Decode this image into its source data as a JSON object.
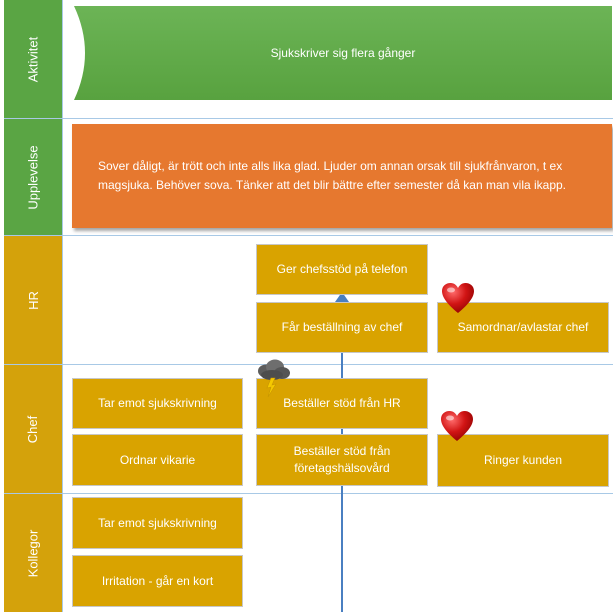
{
  "lanes": {
    "aktivitet": "Aktivitet",
    "upplevelse": "Upplevelse",
    "hr": "HR",
    "chef": "Chef",
    "kollegor": "Kollegor"
  },
  "activity": {
    "text": "Sjukskriver sig flera gånger"
  },
  "experience": {
    "text": "Sover dåligt, är trött och inte alls lika glad. Ljuder om annan orsak till sjukfrånvaron, t ex magsjuka. Behöver sova. Tänker att det blir bättre efter semester då kan man vila ikapp."
  },
  "hr": {
    "phone_support": "Ger chefsstöd på telefon",
    "receives_order": "Får beställning av chef",
    "coordinates": "Samordnar/avlastar chef"
  },
  "chef": {
    "receives_sick_note": "Tar emot sjukskrivning",
    "orders_hr_support": "Beställer stöd från HR",
    "arranges_substitute": "Ordnar vikarie",
    "orders_health_service": "Beställer stöd från företagshälsovård",
    "calls_customer": "Ringer kunden"
  },
  "kollegor": {
    "receives_sick_note": "Tar emot sjukskrivning",
    "irritation": "Irritation - går en kort"
  },
  "icons": {
    "heart": "heart-icon",
    "storm": "storm-cloud-icon"
  },
  "colors": {
    "green": "#5aa544",
    "gold": "#d4a20b",
    "box": "#d9a300",
    "orange": "#e6782f",
    "line": "#4a7fc1"
  }
}
